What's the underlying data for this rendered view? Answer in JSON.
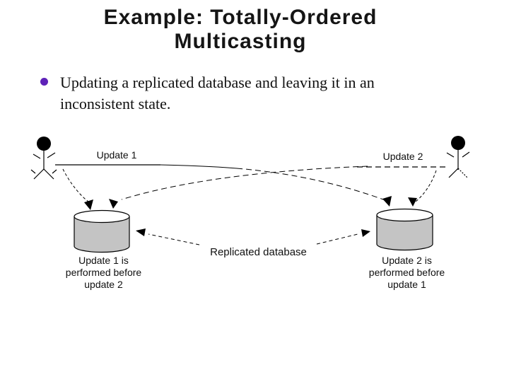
{
  "slide": {
    "title": "Example: Totally-Ordered\nMulticasting",
    "bullet_text": "Updating a replicated database and leaving it in an inconsistent state."
  },
  "diagram": {
    "update1_label": "Update 1",
    "update2_label": "Update 2",
    "replicated_label": "Replicated database",
    "left_caption": "Update 1 is\nperformed before\nupdate 2",
    "right_caption": "Update 2 is\nperformed before\nupdate 1",
    "icons": {
      "left_actor": "person-stick-figure-icon",
      "right_actor": "person-stick-figure-icon",
      "left_db": "database-cylinder-icon",
      "right_db": "database-cylinder-icon"
    }
  },
  "colors": {
    "background": "#ffffff",
    "title_text": "#151515",
    "body_text": "#101010",
    "bullet": "#5e22b8",
    "db_body_fill": "#c4c4c4",
    "db_top_fill": "#ffffff",
    "line": "#000000"
  }
}
